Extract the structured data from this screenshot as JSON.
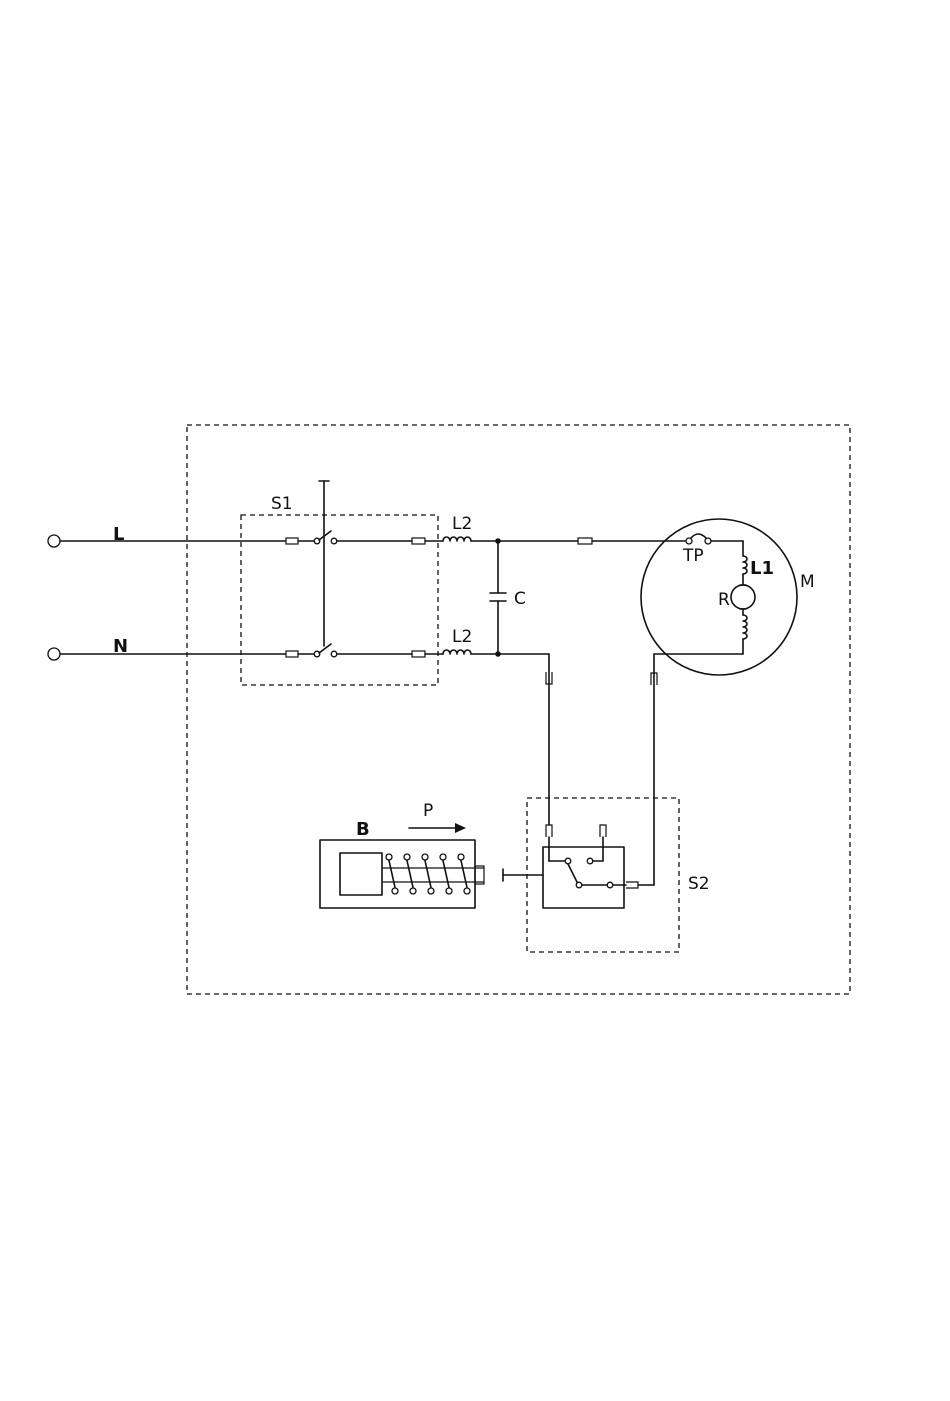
{
  "labels": {
    "line": "L",
    "neutral": "N",
    "switch1": "S1",
    "inductor_top": "L2",
    "inductor_bottom": "L2",
    "capacitor": "C",
    "thermal_protector": "TP",
    "motor_winding": "L1",
    "rotor": "R",
    "motor": "M",
    "block": "B",
    "force": "P",
    "switch2": "S2"
  }
}
